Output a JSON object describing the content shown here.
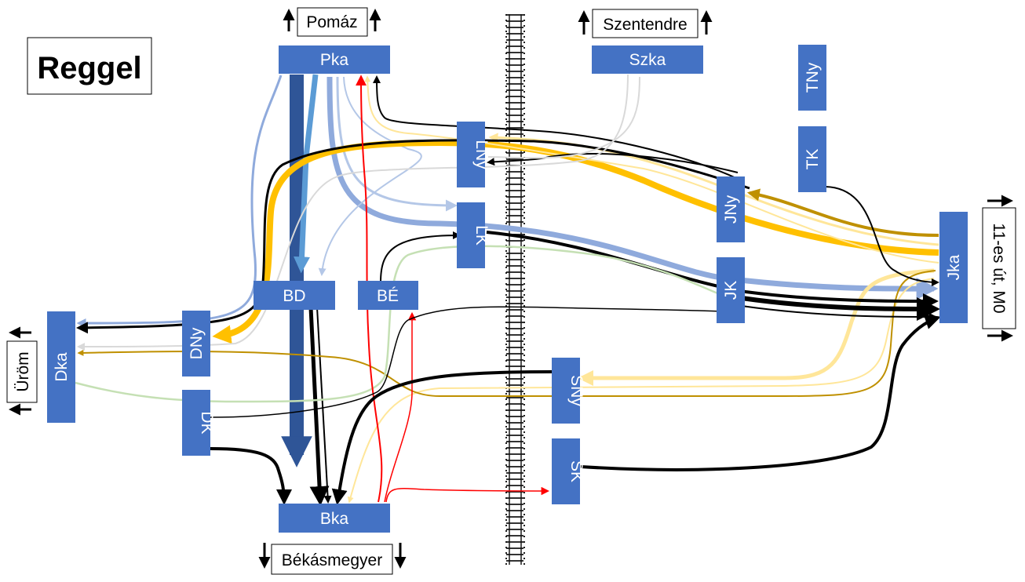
{
  "title": "Reggel",
  "colors": {
    "node": "#4472c4",
    "black": "#000000",
    "orange": "#ffc000",
    "light_orange": "#ffe699",
    "steel_blue": "#5b9bd5",
    "dark_blue": "#2f5597",
    "light_blue": "#8faadc",
    "pale_blue": "#b4c7e7",
    "gray": "#d9d9d9",
    "red": "#ff0000",
    "olive": "#bf9000",
    "green": "#c5e0b4"
  },
  "destinations": {
    "pomaz": "Pomáz",
    "szentendre": "Szentendre",
    "bekasmegyer": "Békásmegyer",
    "urom": "Üröm",
    "ut11": "11-es út, M0"
  },
  "nodes": {
    "pka": "Pka",
    "szka": "Szka",
    "tny": "TNy",
    "tk": "TK",
    "lny": "LNy",
    "lk": "LK",
    "jny": "JNy",
    "jk": "JK",
    "jka": "Jka",
    "bd": "BD",
    "be": "BÉ",
    "dny": "DNy",
    "dka": "Dka",
    "dk": "DK",
    "sny": "SNy",
    "sk": "SK",
    "bka": "Bka"
  },
  "railway": "railway-track-icon"
}
